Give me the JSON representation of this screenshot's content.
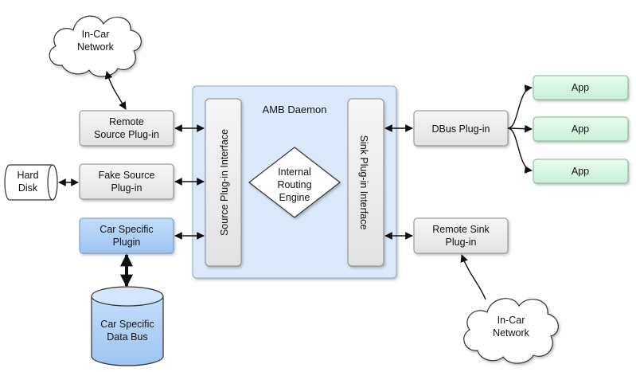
{
  "daemon": {
    "title": "AMB Daemon"
  },
  "source_interface": {
    "label": "Source Plug-in Interface"
  },
  "sink_interface": {
    "label": "Sink Plug-in Interface"
  },
  "routing_engine": {
    "line1": "Internal",
    "line2": "Routing",
    "line3": "Engine"
  },
  "remote_source": {
    "line1": "Remote",
    "line2": "Source Plug-in"
  },
  "fake_source": {
    "line1": "Fake Source",
    "line2": "Plug-in"
  },
  "car_specific_plugin": {
    "line1": "Car Specific",
    "line2": "Plugin"
  },
  "hard_disk": {
    "line1": "Hard",
    "line2": "Disk"
  },
  "car_data_bus": {
    "line1": "Car Specific",
    "line2": "Data Bus"
  },
  "cloud_top": {
    "line1": "In-Car",
    "line2": "Network"
  },
  "cloud_bottom": {
    "line1": "In-Car",
    "line2": "Network"
  },
  "dbus_plugin": {
    "label": "DBus Plug-in"
  },
  "remote_sink": {
    "line1": "Remote Sink",
    "line2": "Plug-in"
  },
  "apps": [
    "App",
    "App",
    "App"
  ],
  "colors": {
    "daemon_fill": "#dbe9fa",
    "plugin_fill": "#eeeeee",
    "car_plugin_fill": "#a9cdf5",
    "app_fill": "#d9f7e4",
    "database_fill": "#bcd8f7"
  }
}
